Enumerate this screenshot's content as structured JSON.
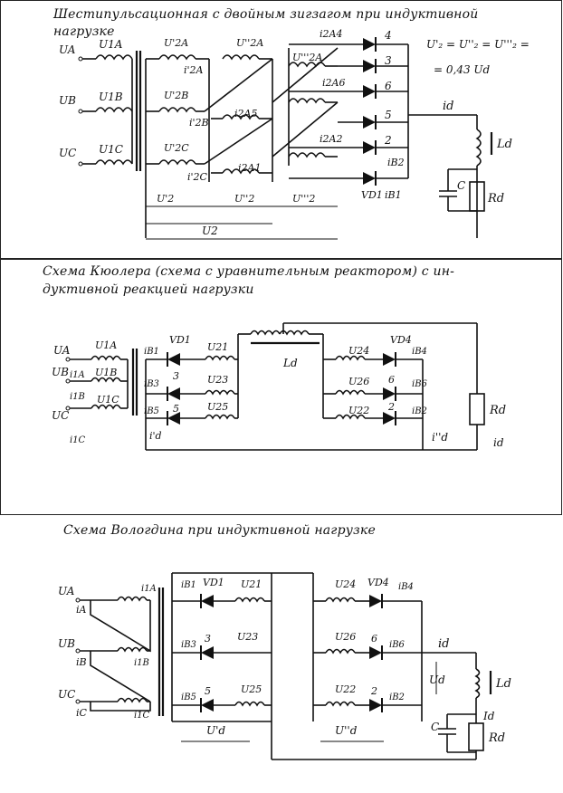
{
  "diagram_1": {
    "caption": "Шестипульсационная с двойным зигзагом при индуктивной нагрузке",
    "formula_line1": "U'₂ = U''₂ = U'''₂ =",
    "formula_line2": "= 0,43 Ud",
    "labels": {
      "UA": "UA",
      "UB": "UB",
      "UC": "UC",
      "U1A": "U1A",
      "U1B": "U1B",
      "U1C": "U1C",
      "U2A_p": "U'2A",
      "U2B_p": "U'2B",
      "U2C_p": "U'2C",
      "U2A_pp": "U''2A",
      "U2A_ppp": "U'''2A",
      "i2A_p": "i'2A",
      "i2B_p": "i'2B",
      "i2C_p": "i'2C",
      "i2A4": "i2A4",
      "i2A6": "i2A6",
      "i2A5": "i2A5",
      "i2A2": "i2A2",
      "i2A1": "i2A1",
      "iB2": "iB2",
      "iB1": "iB1",
      "id": "id",
      "Ld": "Ld",
      "Rd": "Rd",
      "C": "C",
      "VD1": "VD1",
      "U2p": "U'2",
      "U2pp": "U''2",
      "U2ppp": "U'''2",
      "U2": "U2"
    },
    "diode_numbers": [
      "4",
      "3",
      "6",
      "5",
      "2"
    ]
  },
  "diagram_2": {
    "caption_line1": "Схема Кюолера (схема с уравнительным реактором) с ин-",
    "caption_line2": "дуктивной реакцией нагрузки",
    "labels": {
      "UA": "UA",
      "UB": "UB",
      "UC": "UC",
      "U1A": "U1A",
      "U1B": "U1B",
      "U1C": "U1C",
      "i1A": "i1A",
      "i1B": "i1B",
      "i1C": "i1C",
      "iB1": "iB1",
      "iB3": "iB3",
      "iB5": "iB5",
      "VD1": "VD1",
      "n3": "3",
      "n5": "5",
      "U21": "U21",
      "U23": "U23",
      "U25": "U25",
      "id_p": "i'd",
      "Ld": "Ld",
      "VD4": "VD4",
      "n6": "6",
      "n2": "2",
      "U24": "U24",
      "U26": "U26",
      "U22": "U22",
      "iB4": "iB4",
      "iB6": "iB6",
      "iB2": "iB2",
      "id_pp": "i''d",
      "Rd": "Rd",
      "id": "id"
    }
  },
  "diagram_3": {
    "caption": "Схема Вологдина при индуктивной нагрузке",
    "labels": {
      "UA": "UA",
      "UB": "UB",
      "UC": "UC",
      "iA": "iA",
      "iB": "iB",
      "iC": "iC",
      "i1A": "i1A",
      "i1B": "i1B",
      "i1C": "i1C",
      "iB1": "iB1",
      "iB3": "iB3",
      "iB5": "iB5",
      "VD1": "VD1",
      "n3": "3",
      "n5": "5",
      "U21": "U21",
      "U23": "U23",
      "U25": "U25",
      "VD4": "VD4",
      "n6": "6",
      "n2": "2",
      "U24": "U24",
      "U26": "U26",
      "U22": "U22",
      "iB4": "iB4",
      "iB6": "iB6",
      "iB2": "iB2",
      "id": "id",
      "Ud": "Ud",
      "Ld": "Ld",
      "Id": "Id",
      "C": "C",
      "Rd": "Rd",
      "Ud_p": "U'd",
      "Ud_pp": "U''d"
    }
  }
}
